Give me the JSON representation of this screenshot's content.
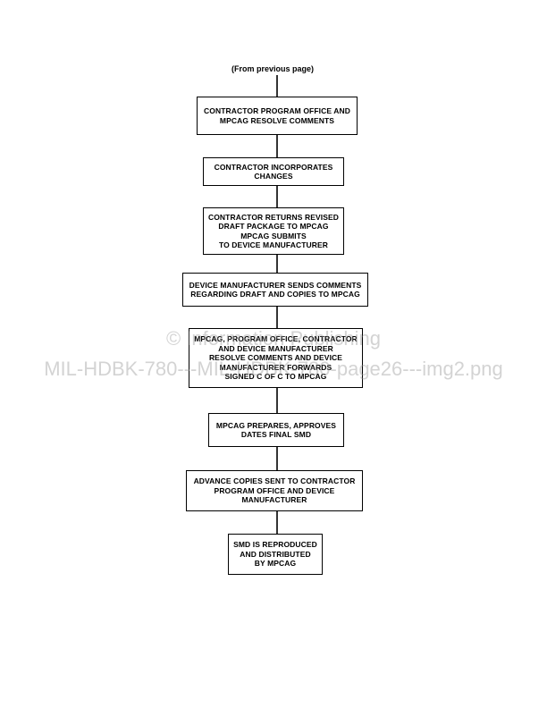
{
  "header": {
    "from_previous": "(From previous page)"
  },
  "flow_steps": [
    {
      "lines": [
        "CONTRACTOR PROGRAM OFFICE AND",
        "MPCAG RESOLVE COMMENTS"
      ]
    },
    {
      "lines": [
        "CONTRACTOR INCORPORATES",
        "CHANGES"
      ]
    },
    {
      "lines": [
        "CONTRACTOR RETURNS REVISED",
        "DRAFT PACKAGE TO MPCAG",
        "MPCAG SUBMITS",
        "TO DEVICE MANUFACTURER"
      ]
    },
    {
      "lines": [
        "DEVICE MANUFACTURER SENDS COMMENTS",
        "REGARDING DRAFT AND COPIES TO MPCAG"
      ]
    },
    {
      "lines": [
        "MPCAG, PROGRAM OFFICE, CONTRACTOR",
        "AND DEVICE MANUFACTURER",
        "RESOLVE COMMENTS AND DEVICE",
        "MANUFACTURER FORWARDS",
        "SIGNED C OF C TO MPCAG"
      ]
    },
    {
      "lines": [
        "MPCAG PREPARES, APPROVES",
        "DATES FINAL SMD"
      ]
    },
    {
      "lines": [
        "ADVANCE COPIES SENT TO CONTRACTOR",
        "PROGRAM OFFICE AND DEVICE",
        "MANUFACTURER"
      ]
    },
    {
      "lines": [
        "SMD IS REPRODUCED",
        "AND DISTRIBUTED",
        "BY MPCAG"
      ]
    }
  ],
  "watermark": {
    "line1": "© Information Publishing",
    "line2": "MIL-HDBK-780---MIL-HDBK-780-page26---img2.png"
  }
}
